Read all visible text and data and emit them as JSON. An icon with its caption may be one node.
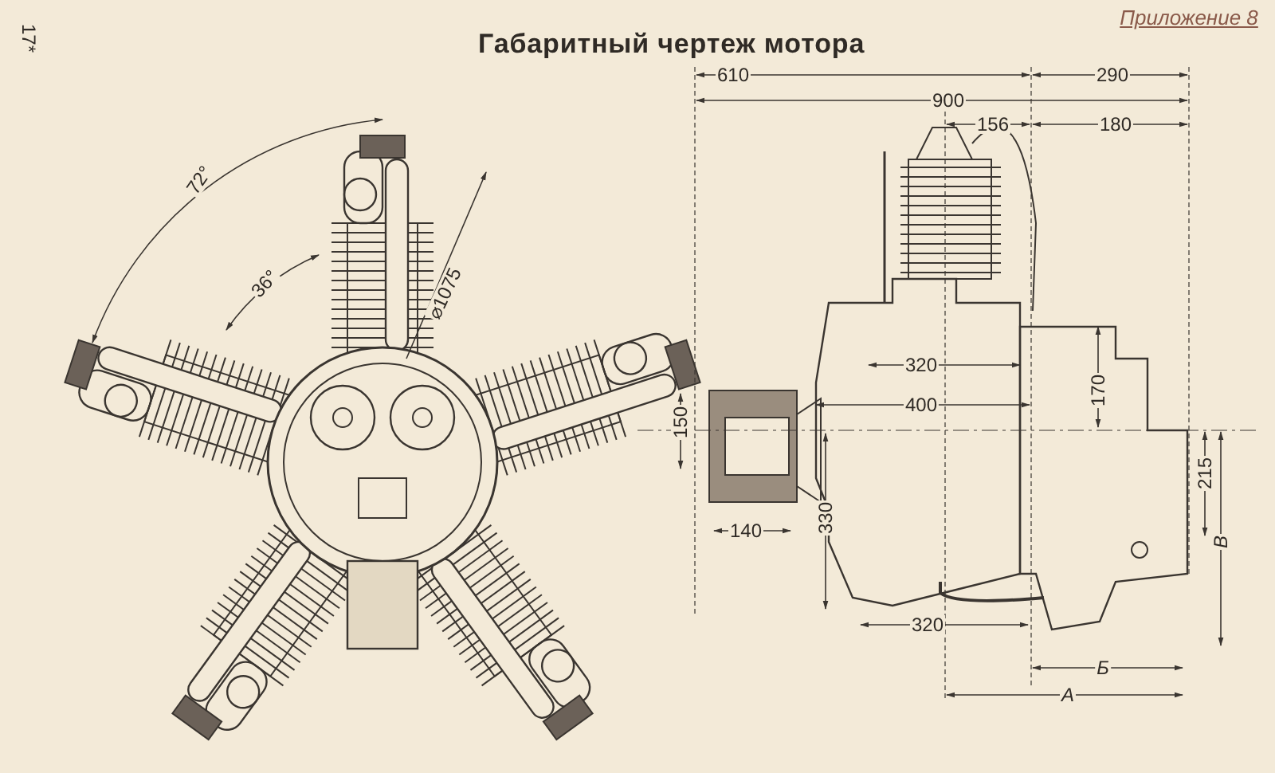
{
  "diagram": {
    "title": "Габаритный чертеж мотора",
    "labels": [
      "17*",
      "Приложение 8",
      "610",
      "290",
      "900",
      "156",
      "180",
      "72°",
      "36°",
      "⌀1075",
      "320",
      "170",
      "400",
      "150",
      "215",
      "140",
      "330",
      "В",
      "320",
      "Б",
      "А"
    ]
  }
}
